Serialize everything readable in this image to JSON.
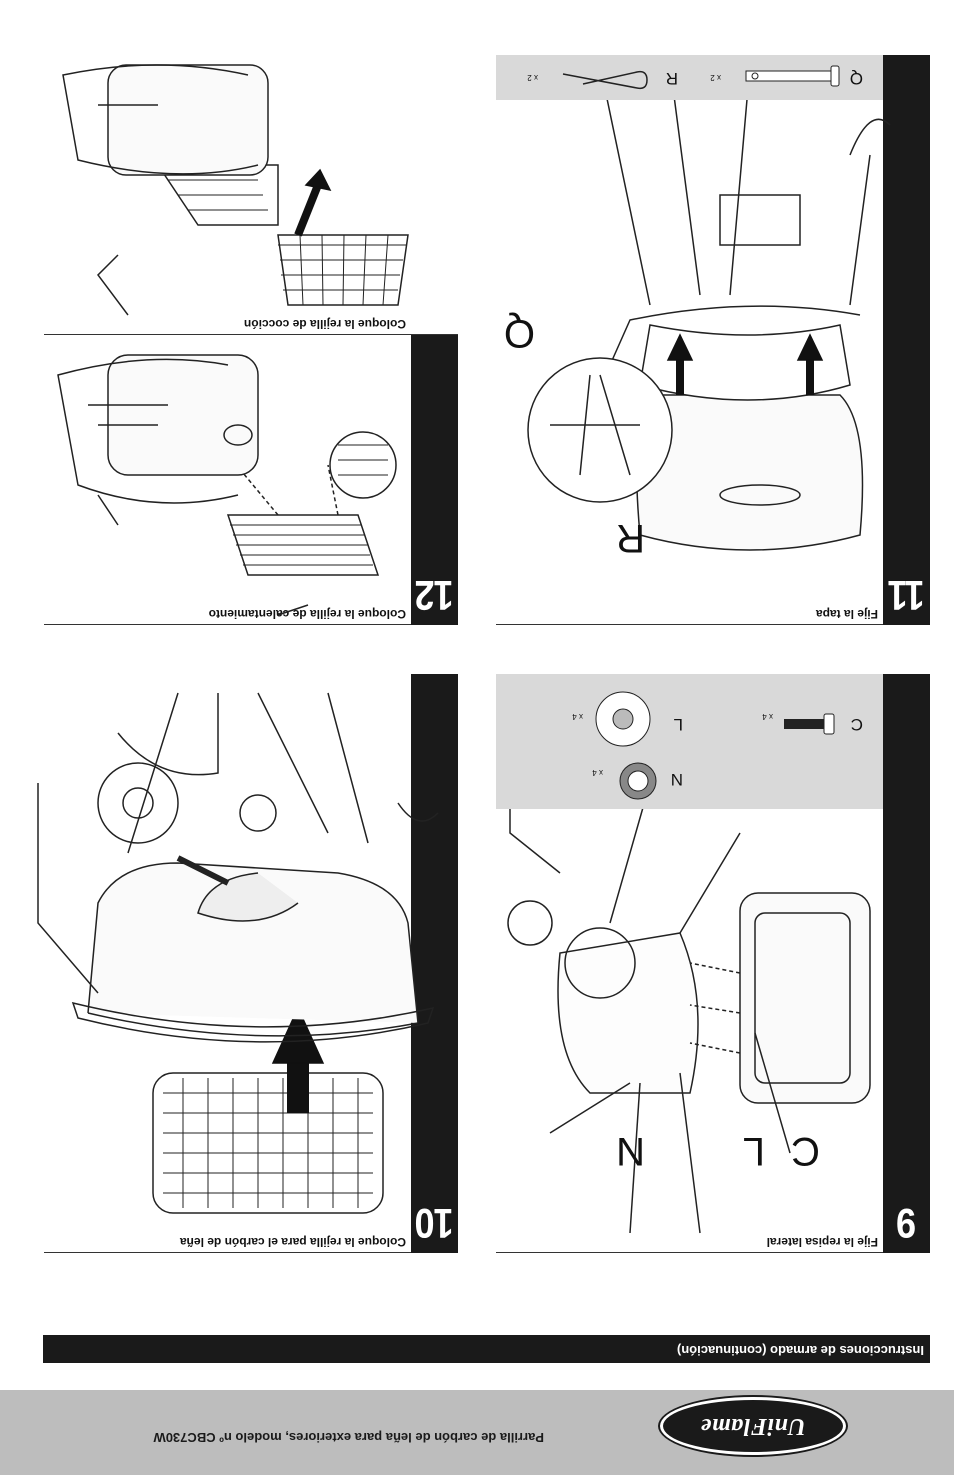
{
  "footer": {
    "brand": "UniFlame",
    "title": "Parrilla de carbón de leña para exteriores, modelo nº CBC730W"
  },
  "section": {
    "title": "Instrucciones de armado (continuación)"
  },
  "steps": [
    {
      "number": "9",
      "caption": "Fije la repisa lateral",
      "callouts": [
        "C",
        "L",
        "N"
      ],
      "parts": [
        {
          "letter": "C",
          "qty": "x 4"
        },
        {
          "letter": "L",
          "qty": "x 4"
        },
        {
          "letter": "N",
          "qty": "x 4"
        }
      ]
    },
    {
      "number": "10",
      "caption": "Coloque la rejilla para el carbón de leña"
    },
    {
      "number": "11",
      "caption": "Fije la tapa",
      "callouts": [
        "R",
        "Q"
      ],
      "parts": [
        {
          "letter": "Q",
          "qty": "x 2"
        },
        {
          "letter": "R",
          "qty": "x 2"
        }
      ]
    },
    {
      "number": "12",
      "caption": "Coloque la rejilla de calentamiento",
      "caption2": "Coloque la rejilla de cocción"
    }
  ]
}
